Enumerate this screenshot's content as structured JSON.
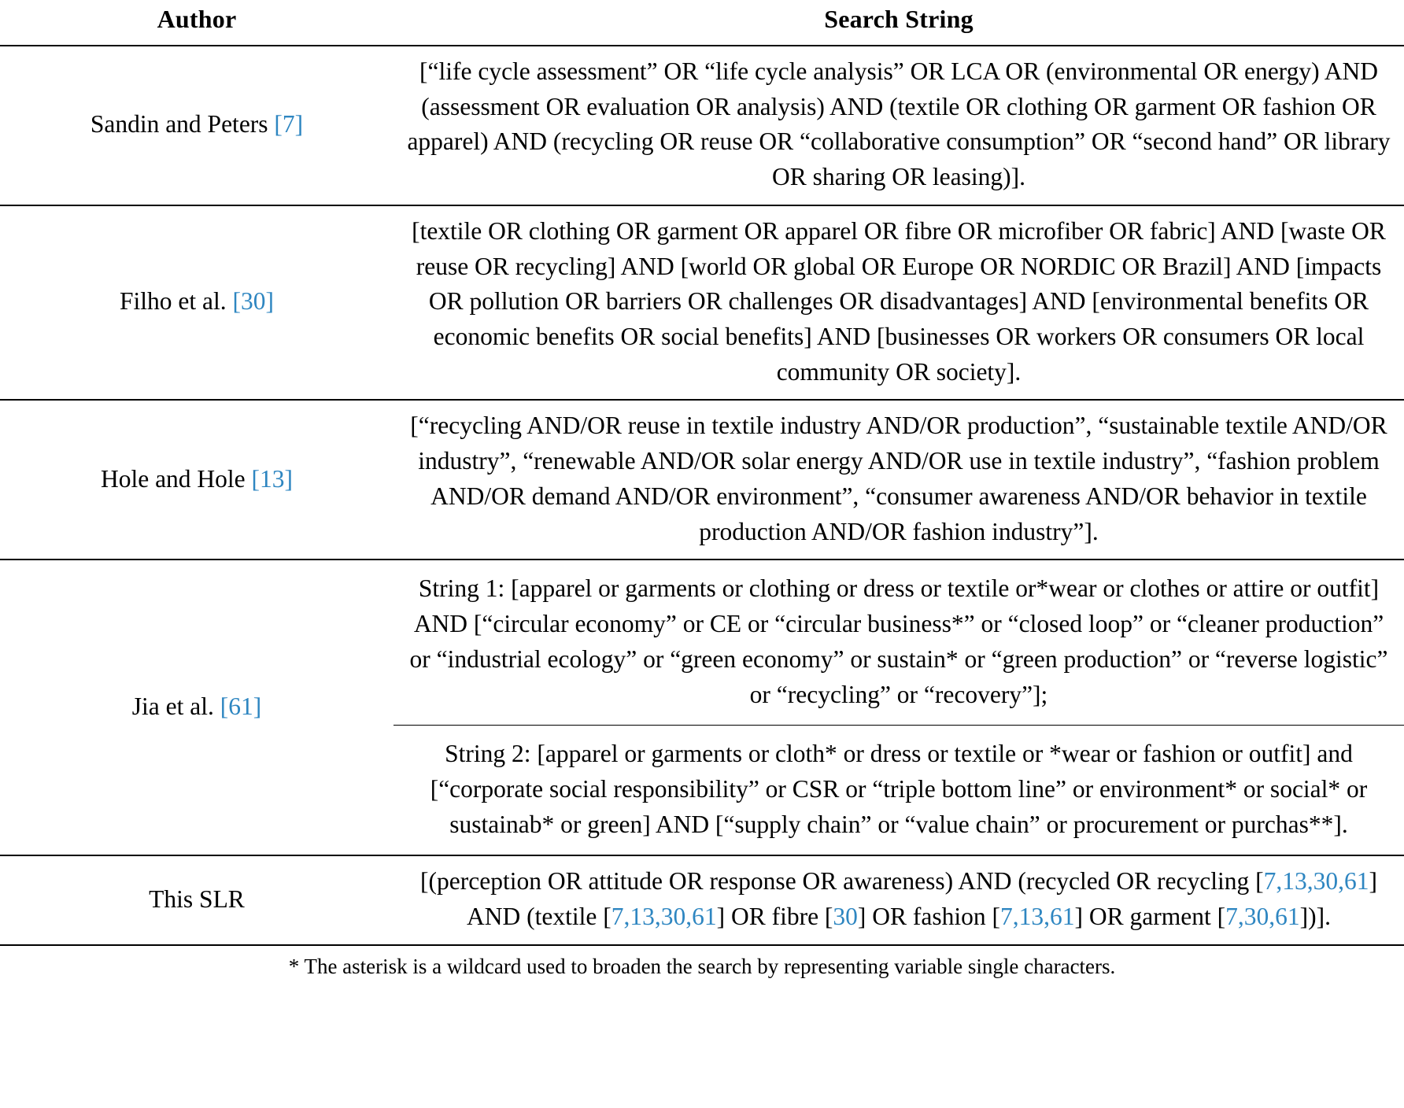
{
  "table": {
    "columns": [
      {
        "key": "author",
        "label": "Author"
      },
      {
        "key": "search_string",
        "label": "Search String"
      }
    ],
    "accent_color": "#2e86c1",
    "rows": [
      {
        "author_prefix": "Sandin and Peters ",
        "author_ref": "[7]",
        "author_full": "Sandin and Peters [7]",
        "search_string": "[“life cycle assessment” OR “life cycle analysis” OR LCA OR (environmental OR energy) AND (assessment OR evaluation OR analysis) AND (textile OR clothing OR garment OR fashion OR apparel) AND (recycling OR reuse OR “collaborative consumption” OR “second hand” OR library OR sharing OR leasing)]."
      },
      {
        "author_prefix": "Filho et al. ",
        "author_ref": "[30]",
        "author_full": "Filho et al. [30]",
        "search_string": "[textile OR clothing OR garment OR apparel OR fibre OR microfiber OR fabric] AND [waste OR reuse OR recycling] AND [world OR global OR Europe OR NORDIC OR Brazil] AND [impacts OR pollution OR barriers OR challenges OR disadvantages] AND [environmental benefits OR economic benefits OR social benefits] AND [businesses OR workers OR consumers OR local community OR society]."
      },
      {
        "author_prefix": "Hole and Hole ",
        "author_ref": "[13]",
        "author_full": "Hole and Hole [13]",
        "search_string": "[“recycling AND/OR reuse in textile industry AND/OR production”, “sustainable textile AND/OR industry”, “renewable AND/OR solar energy AND/OR use in textile industry”, “fashion problem AND/OR demand AND/OR environment”, “consumer awareness AND/OR behavior in textile production AND/OR fashion industry”]."
      },
      {
        "author_prefix": "Jia et al. ",
        "author_ref": "[61]",
        "author_full": "Jia et al. [61]",
        "sub_strings": [
          "String 1: [apparel or garments or clothing or dress or textile or*wear or clothes or attire or outfit] AND [“circular economy” or CE or “circular business*” or “closed loop” or “cleaner production” or “industrial ecology” or “green economy” or sustain* or “green production” or “reverse logistic” or “recycling” or “recovery”];",
          "String 2: [apparel or garments or cloth* or dress or textile or *wear or fashion or outfit] and [“corporate social responsibility” or CSR or “triple bottom line” or environment* or social* or sustainab* or green] AND [“supply chain” or “value chain” or procurement or purchas**]."
        ]
      },
      {
        "author_prefix": "This SLR",
        "author_ref": "",
        "author_full": "This SLR",
        "slr_segments": [
          {
            "text": "[(perception OR attitude OR response OR awareness) AND (recycled OR recycling [",
            "ref": false
          },
          {
            "text": "7,13,30,61",
            "ref": true
          },
          {
            "text": "] AND (textile [",
            "ref": false
          },
          {
            "text": "7,13,30,61",
            "ref": true
          },
          {
            "text": "] OR fibre [",
            "ref": false
          },
          {
            "text": "30",
            "ref": true
          },
          {
            "text": "] OR fashion [",
            "ref": false
          },
          {
            "text": "7,13,61",
            "ref": true
          },
          {
            "text": "] OR garment [",
            "ref": false
          },
          {
            "text": "7,30,61",
            "ref": true
          },
          {
            "text": "])].",
            "ref": false
          }
        ]
      }
    ]
  },
  "footnote": {
    "text": "* The asterisk is a wildcard used to broaden the search by representing variable single characters."
  }
}
